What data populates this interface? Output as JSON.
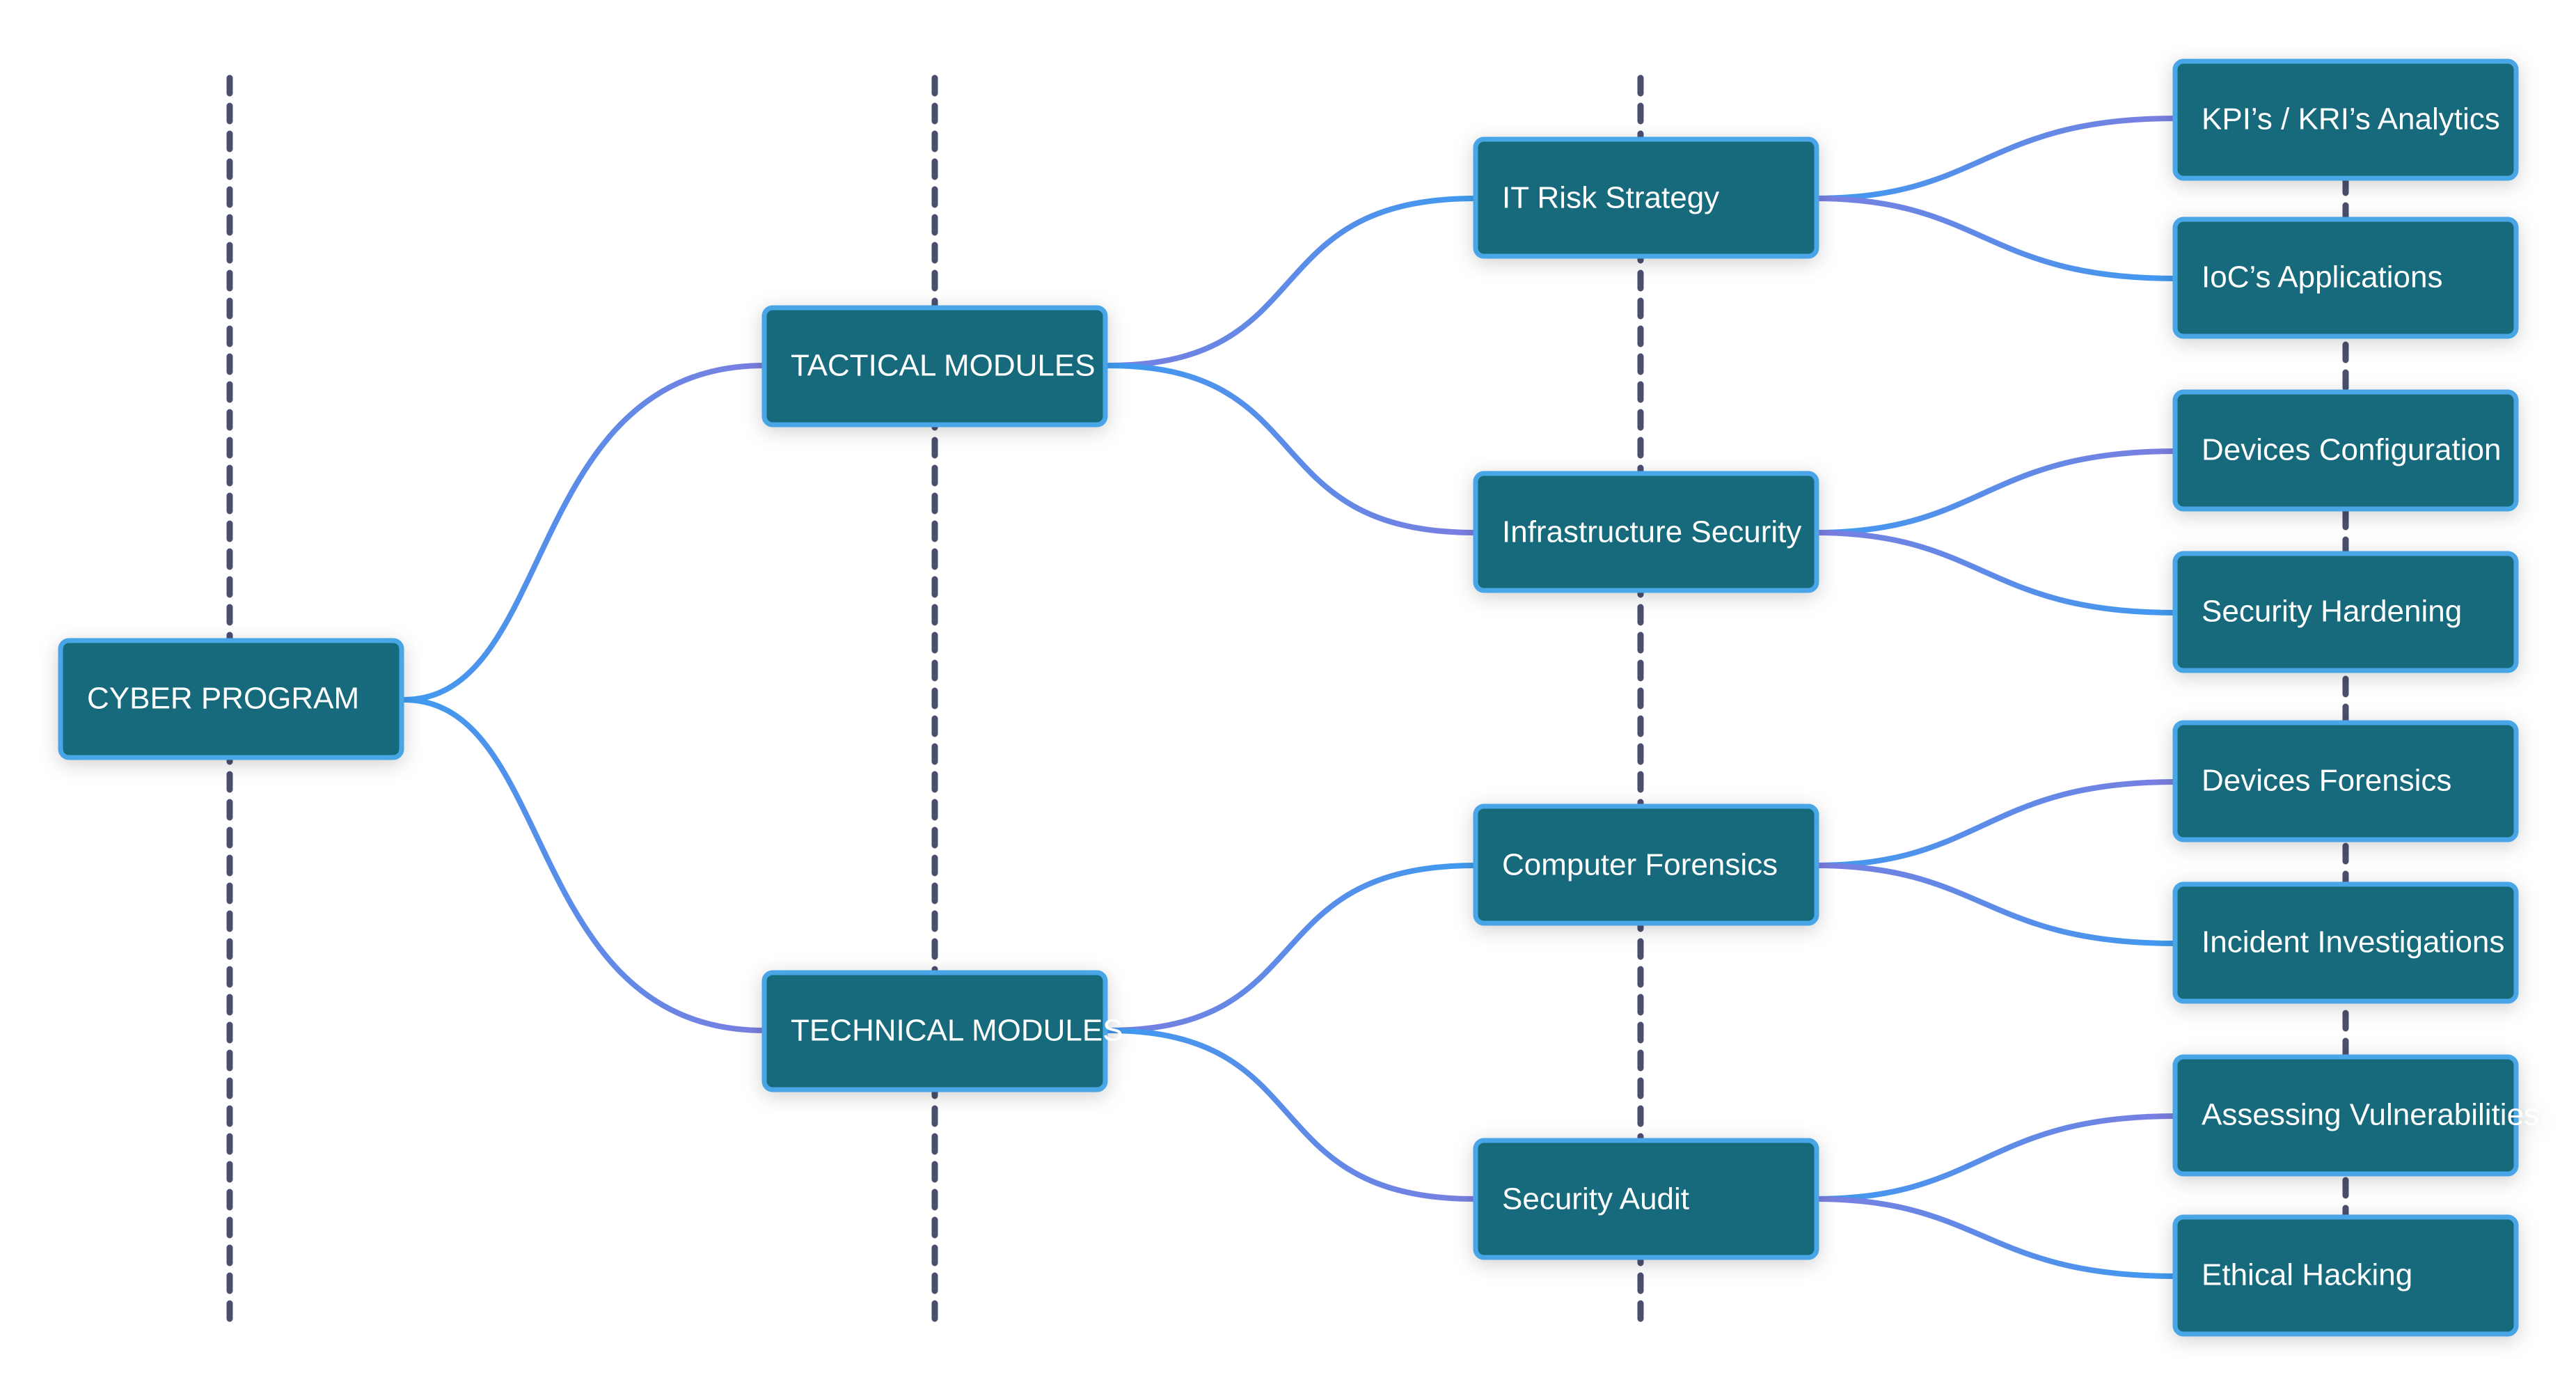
{
  "diagram": {
    "root": "CYBER PROGRAM",
    "modules": [
      "TACTICAL MODULES",
      "TECHNICAL MODULES"
    ],
    "areas": [
      "IT Risk Strategy",
      "Infrastructure Security",
      "Computer Forensics",
      "Security Audit"
    ],
    "tasks": [
      "KPI’s / KRI’s Analytics",
      "IoC’s Applications",
      "Devices Configuration",
      "Security Hardening",
      "Devices Forensics",
      "Incident Investigations",
      "Assessing Vulnerabilities",
      "Ethical Hacking"
    ]
  },
  "colors": {
    "node_fill": "#136a7c",
    "node_border": "#4aa6e6",
    "link_light": "#3f9af0",
    "link_purple": "#7a7ee0",
    "guide_line": "#4a4f6e",
    "text": "#ffffff"
  }
}
